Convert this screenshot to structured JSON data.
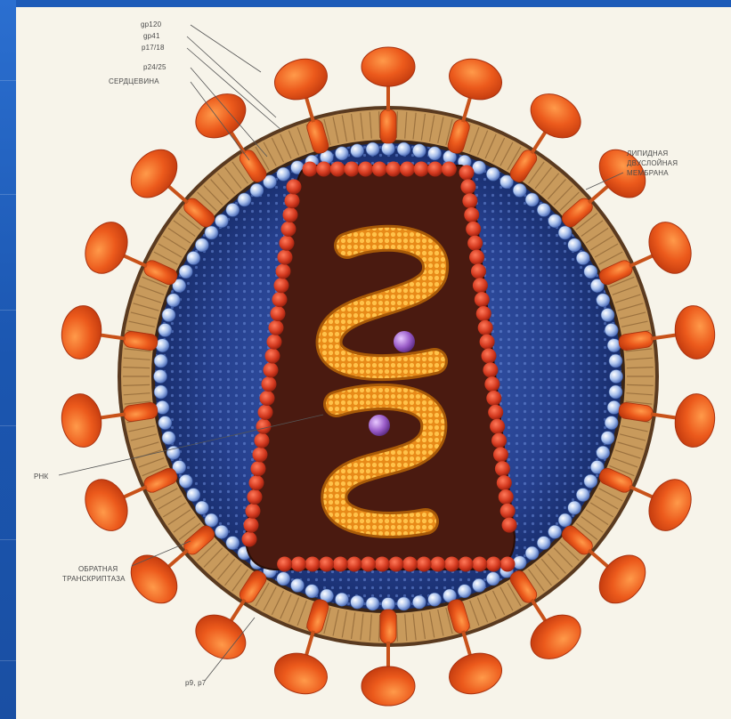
{
  "labels": {
    "gp120": "gp120",
    "gp41": "gp41",
    "p17_18": "p17/18",
    "p24_25": "p24/25",
    "core": "СЕРДЦЕВИНА",
    "membrane_line1": "ЛИПИДНАЯ",
    "membrane_line2": "ДВУСЛОЙНАЯ",
    "membrane_line3": "МЕМБРАНА",
    "rna": "РНК",
    "rt_line1": "ОБРАТНАЯ",
    "rt_line2": "ТРАНСКРИПТАЗА",
    "p9p7": "p9, p7"
  },
  "colors": {
    "background": "#f7f4ea",
    "slide_blue": "#1d5bb8",
    "membrane_tan": "#c79a5a",
    "capsid_blue": "#2a3f8f",
    "matrix_bead": "#9fb8e6",
    "spike_orange": "#e8561a",
    "core_brown": "#4a1a10",
    "core_bead": "#c0301a",
    "rna_orange": "#f0a020",
    "enzyme_purple": "#8a4fb0"
  }
}
